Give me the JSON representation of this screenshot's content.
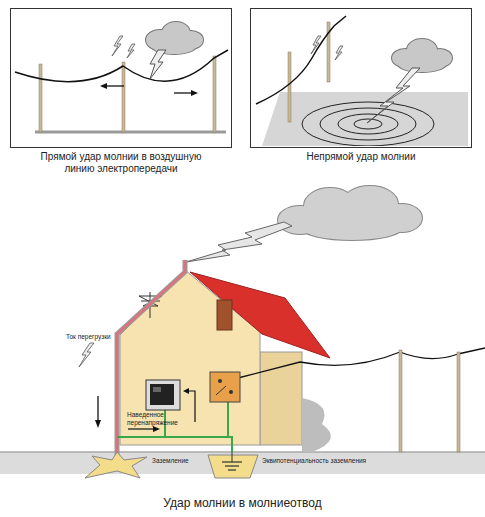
{
  "diagram": {
    "caption": "Удар молнии в молниеотвод",
    "nodes": [
      {
        "text": [
          "Прямой удар молнии в воздушную линию электропередачи"
        ]
      },
      {
        "text": [
          "Непрямой удар молнии"
        ]
      }
    ],
    "labels": [
      "Ток перегрузки",
      "Наведенное перенапряжение",
      "Заземление",
      "Эквипотенциальность заземления"
    ]
  }
}
